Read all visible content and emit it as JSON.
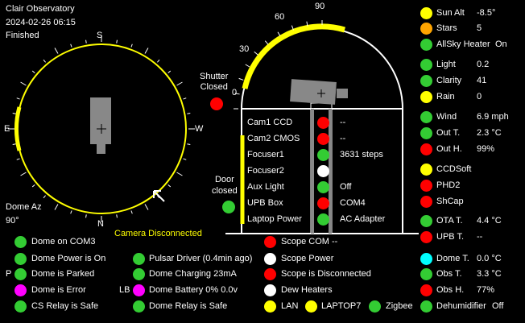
{
  "header": {
    "title": "Clair Observatory",
    "datetime": "2024-02-26  06:15",
    "status": "Finished"
  },
  "compass": {
    "n": "N",
    "s": "S",
    "e": "E",
    "w": "W"
  },
  "dome_az": {
    "label": "Dome Az",
    "value": "90°"
  },
  "camera_status": "Camera Disconnected",
  "shutter": {
    "label_line1": "Shutter",
    "label_line2": "Closed"
  },
  "door": {
    "label_line1": "Door",
    "label_line2": "closed"
  },
  "altitude_scale": [
    "0",
    "30",
    "60",
    "90"
  ],
  "equipment": [
    {
      "name": "Cam1 CCD",
      "color": "#ff0000",
      "value": "--"
    },
    {
      "name": "Cam2 CMOS",
      "color": "#ff0000",
      "value": "--"
    },
    {
      "name": "Focuser1",
      "color": "#33cc33",
      "value": "3631 steps"
    },
    {
      "name": "Focuser2",
      "color": "#ffffff",
      "value": ""
    },
    {
      "name": "Aux Light",
      "color": "#33cc33",
      "value": "Off"
    },
    {
      "name": "UPB Box",
      "color": "#ff0000",
      "value": "COM4"
    },
    {
      "name": "Laptop Power",
      "color": "#33cc33",
      "value": "AC Adapter"
    }
  ],
  "weather": [
    {
      "label": "Sun Alt",
      "value": "-8.5°",
      "color": "#ffff00"
    },
    {
      "label": "Stars",
      "value": "5",
      "color": "#ffa500"
    },
    {
      "label": "AllSky Heater",
      "value": "On",
      "color": "#33cc33"
    },
    {
      "label": "Light",
      "value": "0.2",
      "color": "#33cc33"
    },
    {
      "label": "Clarity",
      "value": "41",
      "color": "#33cc33"
    },
    {
      "label": "Rain",
      "value": "0",
      "color": "#ffff00"
    },
    {
      "label": "Wind",
      "value": "6.9 mph",
      "color": "#33cc33"
    },
    {
      "label": "Out T.",
      "value": "2.3 °C",
      "color": "#33cc33"
    },
    {
      "label": "Out H.",
      "value": "99%",
      "color": "#ff0000"
    },
    {
      "label": "CCDSoft",
      "value": "",
      "color": "#ffff00"
    },
    {
      "label": "PHD2",
      "value": "",
      "color": "#ff0000"
    },
    {
      "label": "ShCap",
      "value": "",
      "color": "#ff0000"
    },
    {
      "label": "OTA T.",
      "value": "4.4 °C",
      "color": "#33cc33"
    },
    {
      "label": "UPB T.",
      "value": "--",
      "color": "#ff0000"
    },
    {
      "label": "Dome T.",
      "value": "0.0 °C",
      "color": "#00ffff"
    },
    {
      "label": "Obs T.",
      "value": "3.3 °C",
      "color": "#33cc33"
    },
    {
      "label": "Obs H.",
      "value": "77%",
      "color": "#ff0000"
    },
    {
      "label": "Dehumidifier",
      "value": "Off",
      "color": "#33cc33"
    }
  ],
  "status_col1": [
    {
      "label": "Dome on COM3",
      "color": "#33cc33",
      "prefix": ""
    },
    {
      "label": "Dome Power is On",
      "color": "#33cc33",
      "prefix": ""
    },
    {
      "label": "Dome is Parked",
      "color": "#33cc33",
      "prefix": "P"
    },
    {
      "label": "Dome is Error",
      "color": "#ff00ff",
      "prefix": ""
    },
    {
      "label": "CS Relay is Safe",
      "color": "#33cc33",
      "prefix": ""
    }
  ],
  "status_col2": [
    {
      "label": "Pulsar Driver (0.4min ago)",
      "color": "#33cc33",
      "prefix": ""
    },
    {
      "label": "Dome Charging 23mA",
      "color": "#33cc33",
      "prefix": ""
    },
    {
      "label": "Dome Battery 0%  0.0v",
      "color": "#ff00ff",
      "prefix": "LB"
    },
    {
      "label": "Dome Relay is Safe",
      "color": "#33cc33",
      "prefix": ""
    }
  ],
  "status_col3": [
    {
      "label": "Scope COM --",
      "color": "#ff0000"
    },
    {
      "label": "Scope Power",
      "color": "#ffffff"
    },
    {
      "label": "Scope is Disconnected",
      "color": "#ff0000"
    },
    {
      "label": "Dew Heaters",
      "color": "#ffffff"
    }
  ],
  "network": [
    {
      "label": "LAN",
      "color": "#ffff00"
    },
    {
      "label": "LAPTOP7",
      "color": "#ffff00"
    },
    {
      "label": "Zigbee",
      "color": "#33cc33"
    }
  ],
  "colors": {
    "accent": "#ffff00",
    "ok": "#33cc33",
    "error": "#ff0000"
  }
}
